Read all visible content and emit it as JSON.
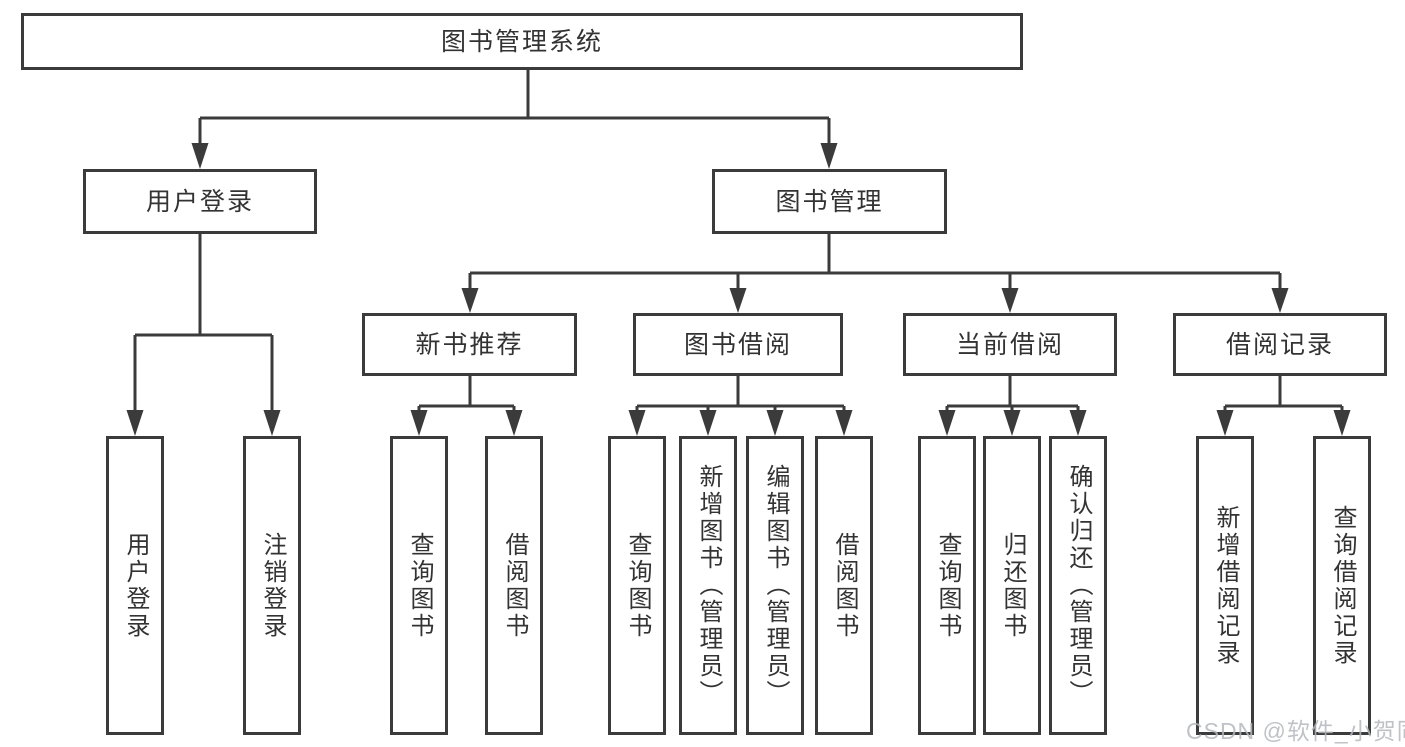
{
  "tree": {
    "root": "图书管理系统",
    "branches": [
      {
        "label": "用户登录",
        "children": [
          "用户登录",
          "注销登录"
        ]
      },
      {
        "label": "图书管理",
        "groups": [
          {
            "label": "新书推荐",
            "children": [
              "查询图书",
              "借阅图书"
            ]
          },
          {
            "label": "图书借阅",
            "children": [
              "查询图书",
              "新增图书（管理员）",
              "编辑图书（管理员）",
              "借阅图书"
            ]
          },
          {
            "label": "当前借阅",
            "children": [
              "查询图书",
              "归还图书",
              "确认归还（管理员）"
            ]
          },
          {
            "label": "借阅记录",
            "children": [
              "新增借阅记录",
              "查询借阅记录"
            ]
          }
        ]
      }
    ]
  },
  "watermark": {
    "text": "CSDN @软件_小贺同学",
    "color": "#b4b8bd"
  },
  "colors": {
    "line": "#3b3b3b",
    "text": "#333333",
    "background": "#ffffff"
  }
}
